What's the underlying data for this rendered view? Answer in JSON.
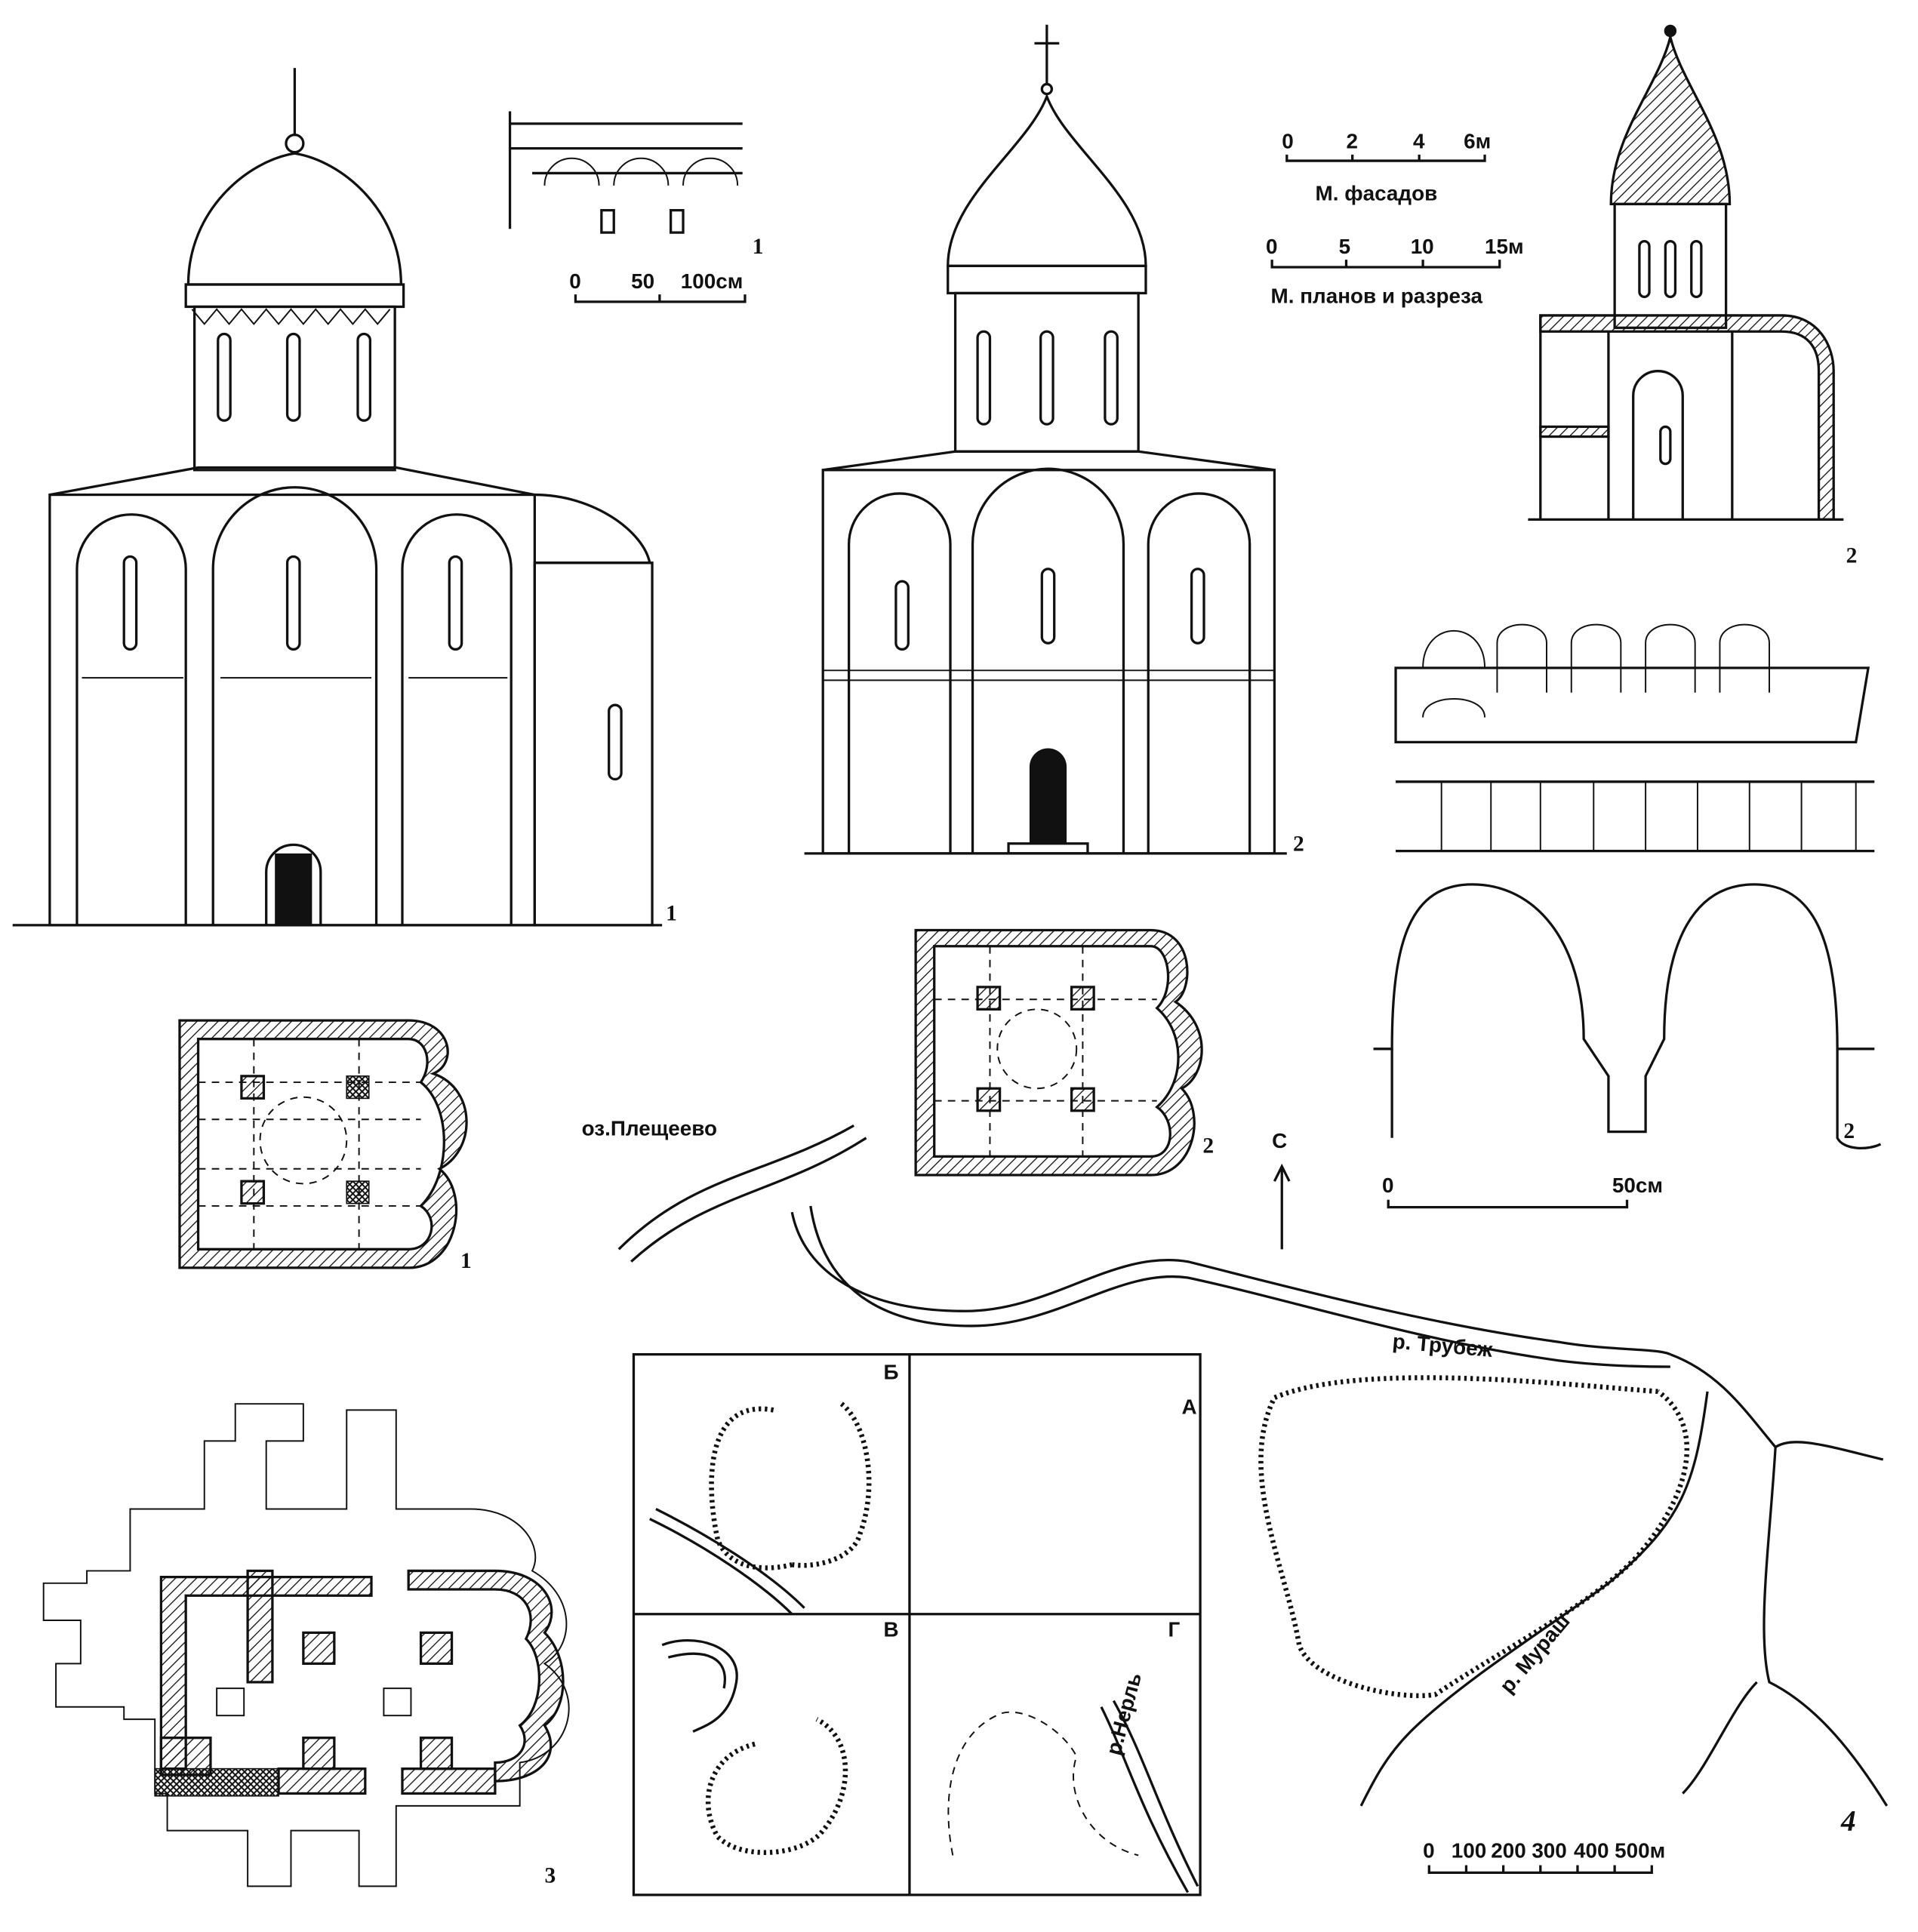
{
  "figure_numbers": {
    "facade_1": "1",
    "cornice_detail": "1",
    "facade_2": "2",
    "section_2": "2",
    "plan_1": "1",
    "plan_2": "2",
    "plan_3": "3",
    "ornament_2": "2",
    "map_4": "4"
  },
  "scales": {
    "cornice": {
      "ticks": [
        "0",
        "50",
        "100см"
      ]
    },
    "facades": {
      "ticks": [
        "0",
        "2",
        "4",
        "6м"
      ],
      "caption": "М. фасадов"
    },
    "plans": {
      "ticks": [
        "0",
        "5",
        "10",
        "15м"
      ],
      "caption": "М. планов и разреза"
    },
    "ornament": {
      "ticks": [
        "0",
        "50см"
      ]
    },
    "map": {
      "ticks": [
        "0",
        "100",
        "200",
        "300",
        "400",
        "500м"
      ]
    }
  },
  "map": {
    "lake": "оз.Плещеево",
    "north": "С",
    "site_a": "А",
    "river_trubezh": "р. Трубеж",
    "river_murash": "р. Мураш",
    "river_nerl": "р.Нерль",
    "insets": [
      "Б",
      "В",
      "Г"
    ]
  }
}
